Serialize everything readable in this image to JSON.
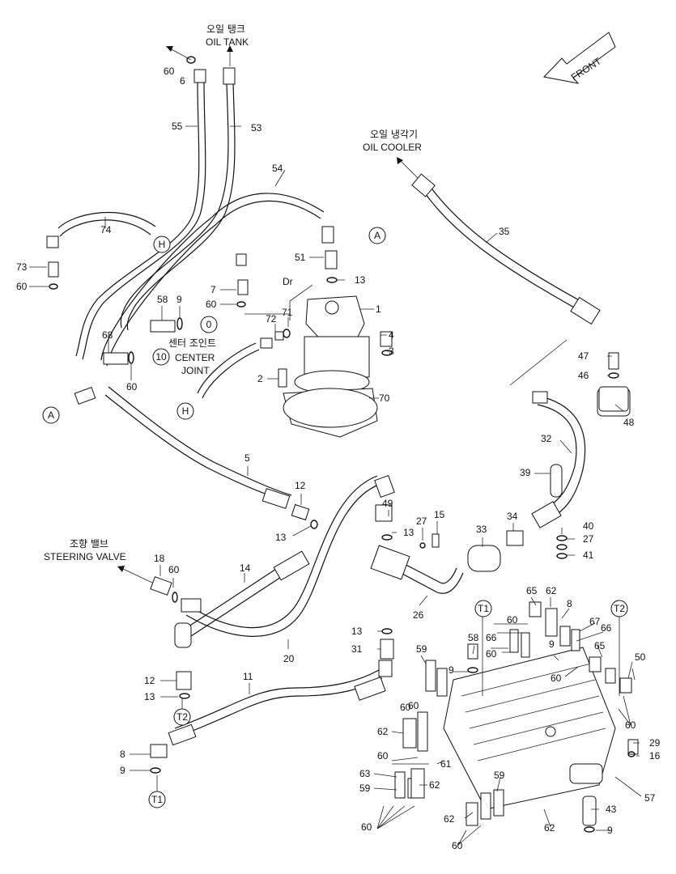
{
  "captions": {
    "oil_tank_ko": "오일 탱크",
    "oil_tank_en": "OIL TANK",
    "oil_cooler_ko": "오일 냉각기",
    "oil_cooler_en": "OIL COOLER",
    "center_joint_ko": "센터 조인트",
    "center_joint_en1": "CENTER",
    "center_joint_en2": "JOINT",
    "steering_ko": "조향 밸브",
    "steering_en": "STEERING VALVE",
    "front": "FRONT",
    "dr": "Dr"
  },
  "circle_refs": [
    "H",
    "A",
    "0",
    "10",
    "A",
    "H",
    "T1",
    "T2",
    "T2",
    "T1"
  ],
  "part_numbers": [
    "60",
    "6",
    "55",
    "53",
    "54",
    "74",
    "73",
    "60",
    "7",
    "60",
    "58",
    "9",
    "68",
    "60",
    "72",
    "71",
    "51",
    "13",
    "1",
    "4",
    "3",
    "2",
    "70",
    "35",
    "47",
    "46",
    "48",
    "32",
    "39",
    "40",
    "27",
    "41",
    "33",
    "34",
    "15",
    "27",
    "49",
    "13",
    "12",
    "13",
    "5",
    "18",
    "60",
    "14",
    "20",
    "26",
    "13",
    "31",
    "12",
    "13",
    "11",
    "8",
    "9",
    "58",
    "59",
    "60",
    "65",
    "62",
    "8",
    "66",
    "60",
    "67",
    "66",
    "60",
    "65",
    "60",
    "50",
    "60",
    "62",
    "60",
    "61",
    "63",
    "59",
    "62",
    "59",
    "62",
    "60",
    "62",
    "60",
    "43",
    "9",
    "29",
    "16",
    "57",
    "9",
    "9",
    "60"
  ]
}
